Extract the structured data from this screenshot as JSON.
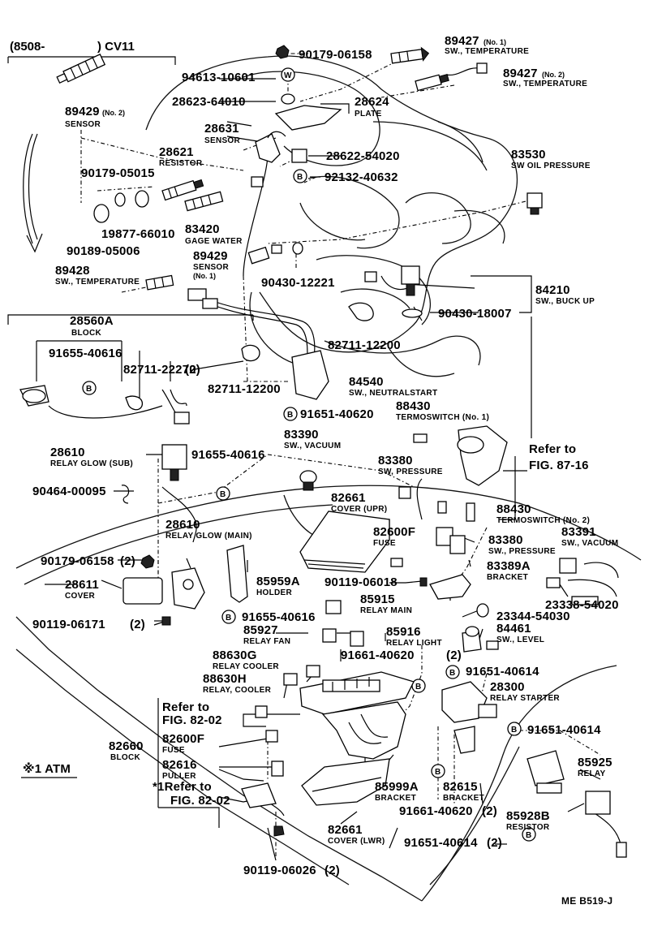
{
  "header": {
    "code_prefix": "(8508-",
    "code_suffix": ") CV11"
  },
  "footer": {
    "ref_code": "ME B519-J"
  },
  "atm_note": "※1 ATM",
  "refer": {
    "fig87": [
      "Refer to",
      "FIG. 87-16"
    ],
    "fig82a": [
      "Refer to",
      "FIG. 82-02"
    ],
    "fig82b": [
      "*1Refer to",
      "FIG. 82-02"
    ]
  },
  "circle_labels": {
    "w": "W",
    "b": "B"
  },
  "parts": {
    "p90179_06158": "90179-06158",
    "p89427_1": "89427",
    "p89427_1_no": "(No. 1)",
    "p89427_1_name": "SW., TEMPERATURE",
    "p89427_2": "89427",
    "p89427_2_no": "(No. 2)",
    "p89427_2_name": "SW., TEMPERATURE",
    "p94613": "94613-10601",
    "p28623": "28623-64010",
    "p28624": "28624",
    "p28624_name": "PLATE",
    "p89429_2": "89429",
    "p89429_2_no": "(No. 2)",
    "p89429_2_name": "SENSOR",
    "p28631": "28631",
    "p28631_name": "SENSOR",
    "p28621": "28621",
    "p28621_name": "RESISTOR",
    "p28622": "28622-54020",
    "p92132": "92132-40632",
    "p90179_05015": "90179-05015",
    "p83530": "83530",
    "p83530_name": "SW OIL PRESSURE",
    "p19877": "19877-66010",
    "p83420": "83420",
    "p83420_name": "GAGE WATER",
    "p90189": "90189-05006",
    "p89429_1": "89429",
    "p89429_1_name": "SENSOR",
    "p89429_1_no": "(No. 1)",
    "p89428": "89428",
    "p89428_name": "SW., TEMPERATURE",
    "p90430_12221": "90430-12221",
    "p84210": "84210",
    "p84210_name": "SW., BUCK UP",
    "p90430_18007": "90430-18007",
    "p28560a": "28560A",
    "p28560a_name": "BLOCK",
    "p91655_40616a": "91655-40616",
    "p82711_22270": "82711-22270",
    "p82711_22270_qty": "(2)",
    "p82711_12200a": "82711-12200",
    "p82711_12200b": "82711-12200",
    "p84540": "84540",
    "p84540_name": "SW., NEUTRALSTART",
    "p91651_40620": "91651-40620",
    "p88430_1": "88430",
    "p88430_1_name": "TERMOSWITCH (No. 1)",
    "p28610_sub": "28610",
    "p28610_sub_name": "RELAY GLOW (SUB)",
    "p91655_40616b": "91655-40616",
    "p83390": "83390",
    "p83390_name": "SW., VACUUM",
    "p83380a": "83380",
    "p83380a_name": "SW, PRESSURE",
    "p90464": "90464-00095",
    "p82661_upr": "82661",
    "p82661_upr_name": "COVER (UPR)",
    "p88430_2": "88430",
    "p88430_2_name": "TERMOSWITCH (No. 2)",
    "p28610_main": "28610",
    "p28610_main_name": "RELAY GLOW (MAIN)",
    "p82600f_a": "82600F",
    "p82600f_a_name": "FUSE",
    "p83380b": "83380",
    "p83380b_name": "SW., PRESSURE",
    "p83391": "83391",
    "p83391_name": "SW., VACUUM",
    "p90179_06158b": "90179-06158",
    "p90179_06158b_qty": "(2)",
    "p83389a": "83389A",
    "p83389a_name": "BRACKET",
    "p28611": "28611",
    "p28611_name": "COVER",
    "p85959a": "85959A",
    "p85959a_name": "HOLDER",
    "p90119_06018": "90119-06018",
    "p23338": "23338-54020",
    "p85915": "85915",
    "p85915_name": "RELAY MAIN",
    "p91655_40616c": "91655-40616",
    "p23344": "23344-54030",
    "p90119_06171": "90119-06171",
    "p90119_06171_qty": "(2)",
    "p85927": "85927",
    "p85927_name": "RELAY FAN",
    "p85916": "85916",
    "p85916_name": "RELAY LIGHT",
    "p84461": "84461",
    "p84461_name": "SW., LEVEL",
    "p88630g": "88630G",
    "p88630g_name": "RELAY COOLER",
    "p91661_40620a": "91661-40620",
    "p91661_40620a_qty": "(2)",
    "p88630h": "88630H",
    "p88630h_name": "RELAY, COOLER",
    "p91651_40614a": "91651-40614",
    "p28300": "28300",
    "p28300_name": "RELAY STARTER",
    "p91651_40614b": "91651-40614",
    "p82660": "82660",
    "p82660_name": "BLOCK",
    "p82600f_b": "82600F",
    "p82600f_b_name": "FUSE",
    "p85925": "85925",
    "p85925_name": "RELAY",
    "p82616": "82616",
    "p82616_name": "PULLER",
    "p85999a": "85999A",
    "p85999a_name": "BRACKET",
    "p82615": "82615",
    "p82615_name": "BRACKET",
    "p91661_40620b": "91661-40620",
    "p91661_40620b_qty": "(2)",
    "p85928b": "85928B",
    "p85928b_name": "RESISTOR",
    "p82661_lwr": "82661",
    "p82661_lwr_name": "COVER (LWR)",
    "p91651_40614c": "91651-40614",
    "p91651_40614c_qty": "(2)",
    "p90119_06026": "90119-06026",
    "p90119_06026_qty": "(2)"
  }
}
